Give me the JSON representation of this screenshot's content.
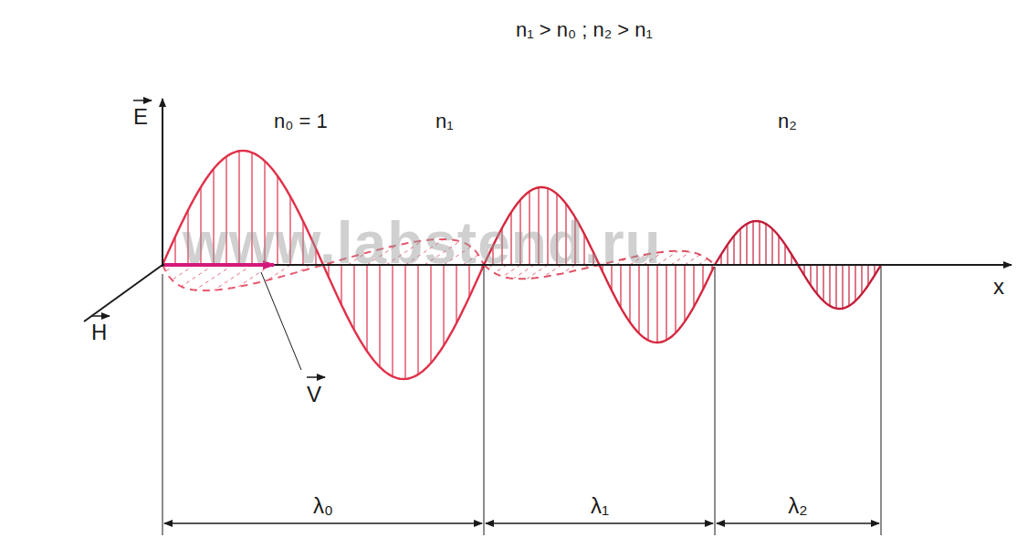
{
  "diagram": {
    "nodes": [
      {
        "text": [
          "n₁"
        ]
      },
      {
        "text": [
          "n₂"
        ]
      }
    ],
    "labels": [
      "n₁ > n₀ ; n₂ > n₁",
      "n₀ = 1",
      "E",
      "H",
      "V",
      "x",
      "λ₀",
      "λ₁",
      "λ₂",
      "www.labstend.ru"
    ]
  }
}
